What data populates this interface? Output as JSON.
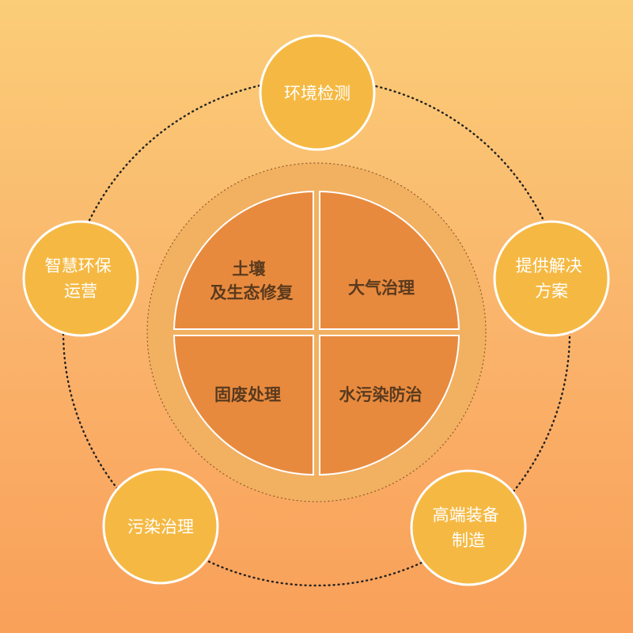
{
  "outer_nodes": [
    {
      "id": "monitoring",
      "lines": [
        "环境检测"
      ]
    },
    {
      "id": "solutions",
      "lines": [
        "提供解决",
        "方案"
      ]
    },
    {
      "id": "equipment",
      "lines": [
        "高端装备",
        "制造"
      ]
    },
    {
      "id": "pollution",
      "lines": [
        "污染治理"
      ]
    },
    {
      "id": "smart-ops",
      "lines": [
        "智慧环保",
        "运营"
      ]
    }
  ],
  "core_segments": [
    {
      "id": "soil",
      "lines": [
        "土壤",
        "及生态修复"
      ]
    },
    {
      "id": "air",
      "lines": [
        "大气治理"
      ]
    },
    {
      "id": "solid-waste",
      "lines": [
        "固废处理"
      ]
    },
    {
      "id": "water",
      "lines": [
        "水污染防治"
      ]
    }
  ],
  "colors": {
    "node_fill": "#f5b943",
    "node_stroke": "#ffffff",
    "ring_fill": "#f2b061",
    "core_fill": "#e88a3e",
    "core_stroke": "#ffffff",
    "dotted_ring": "#222222",
    "node_text": "#ffffff",
    "core_text": "#5a3a1e"
  }
}
